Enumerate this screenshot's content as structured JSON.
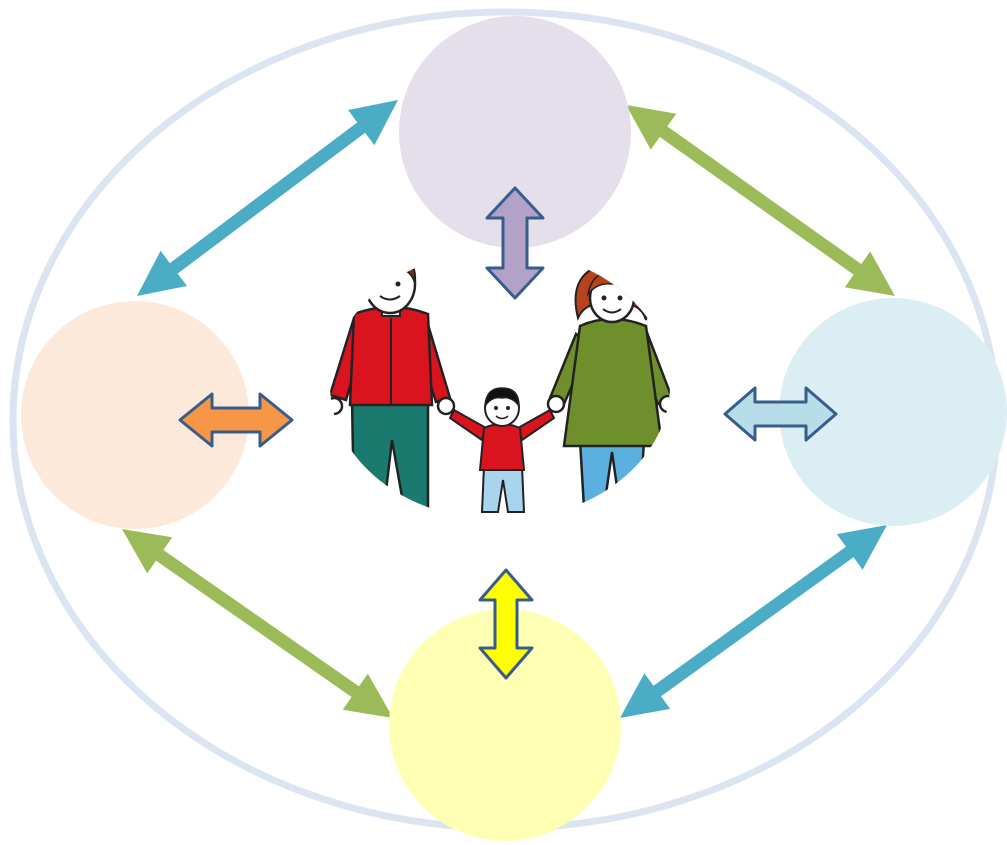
{
  "diagram": {
    "outer_ring_color": "#dbe5f1",
    "nodes": [
      {
        "id": "top",
        "color": "#e5dfec",
        "label": ""
      },
      {
        "id": "left",
        "color": "#fde9d9",
        "label": ""
      },
      {
        "id": "right",
        "color": "#daeef3",
        "label": ""
      },
      {
        "id": "bottom",
        "color": "#ffffb3",
        "label": ""
      }
    ],
    "connector_colors": {
      "top_left": "#4bacc6",
      "top_right": "#9bbb59",
      "left_bottom": "#9bbb59",
      "right_bottom": "#4bacc6"
    },
    "inner_arrow_colors": {
      "top": "#b3a2c7",
      "left": "#f79646",
      "right": "#b7dde8",
      "bottom": "#ffff00",
      "outline": "#385d8a"
    },
    "center_image": {
      "icon": "family-icon",
      "figures": [
        {
          "role": "father",
          "shirt": "#d9141e",
          "pants": "#1a7a6e",
          "hair": "#7a3a1a"
        },
        {
          "role": "child",
          "shirt": "#d9141e",
          "pants": "#a9d4ee",
          "hair": "#111111"
        },
        {
          "role": "mother",
          "dress": "#6e8f2c",
          "pants": "#5bb0e0",
          "hair": "#b8421c"
        }
      ]
    }
  }
}
